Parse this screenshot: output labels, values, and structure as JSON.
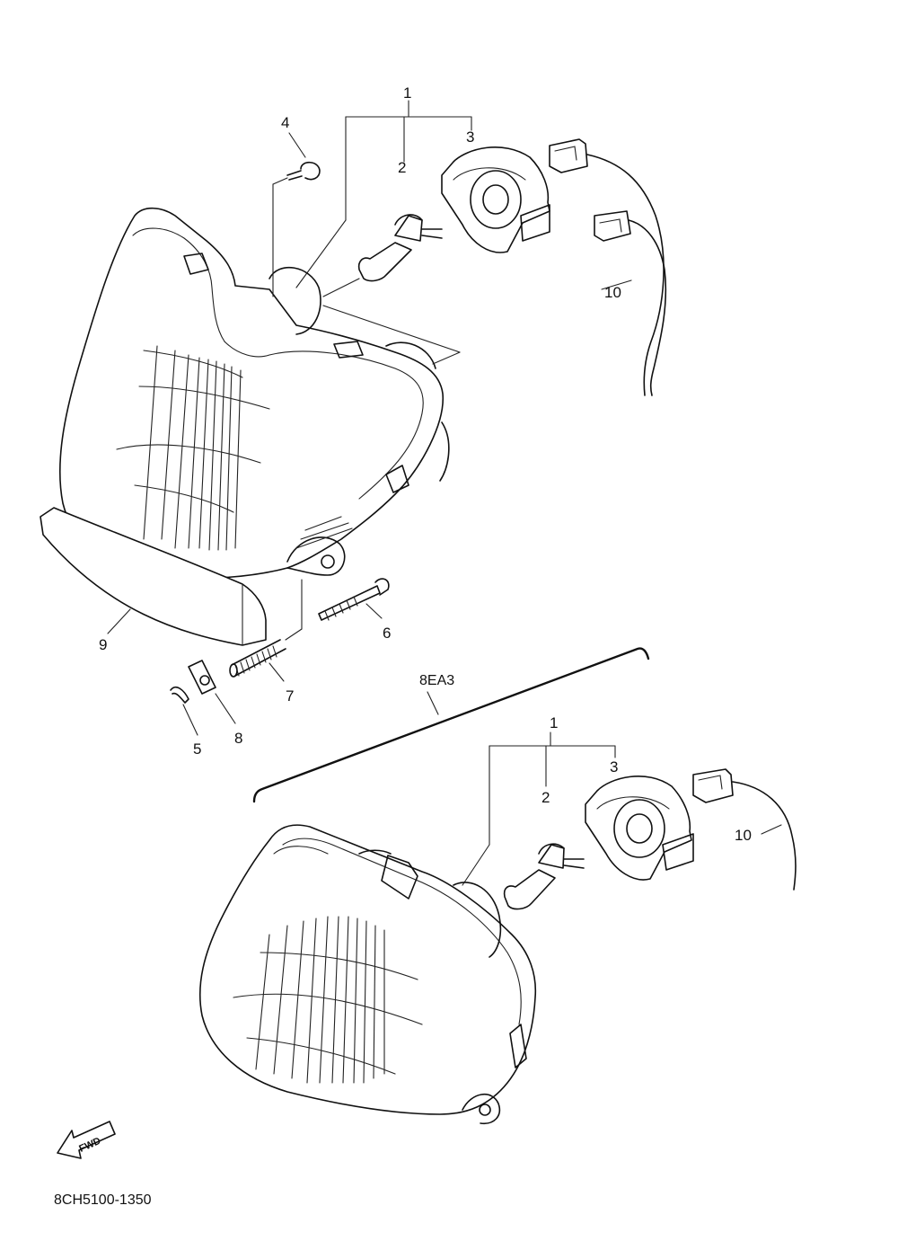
{
  "diagram": {
    "callouts": {
      "top": {
        "c1": "1",
        "c2": "2",
        "c3": "3",
        "c4": "4",
        "c5": "5",
        "c6": "6",
        "c7": "7",
        "c8": "8",
        "c9": "9",
        "c10": "10"
      },
      "variant": {
        "c1": "1",
        "c2": "2",
        "c3": "3",
        "c10": "10"
      }
    },
    "variant_code": "8EA3",
    "fwd_label": "FWD",
    "diagram_code": "8CH5100-1350"
  }
}
